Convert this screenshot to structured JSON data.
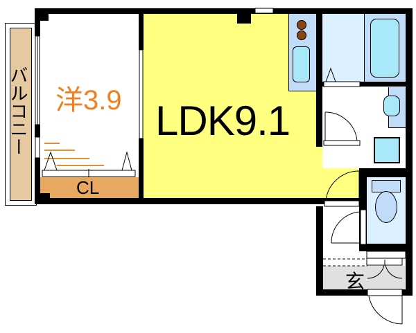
{
  "floorplan": {
    "rooms": [
      {
        "id": "western-room",
        "label": "洋3.9",
        "type": "洋室",
        "area_jo": 3.9,
        "fill": "#ffffff",
        "label_color": "#f08020"
      },
      {
        "id": "ldk",
        "label": "LDK9.1",
        "type": "LDK",
        "area_jo": 9.1,
        "fill": "#ffff80",
        "label_color": "#000000"
      },
      {
        "id": "closet",
        "label": "CL",
        "fill": "#e8a860",
        "label_color": "#000000"
      },
      {
        "id": "balcony",
        "label": "バルコニー",
        "fill": "#e6c9a0",
        "label_color": "#000000"
      },
      {
        "id": "entrance",
        "label": "玄",
        "fill": "#e0e0e0",
        "label_color": "#000000"
      },
      {
        "id": "bathroom",
        "label": "",
        "fill": "#c0dcf8"
      },
      {
        "id": "washroom",
        "label": "",
        "fill": "#ffffff"
      },
      {
        "id": "toilet",
        "label": "",
        "fill": "#ddf0ff"
      },
      {
        "id": "kitchen",
        "label": "",
        "fill": "#c0dcf8"
      }
    ],
    "colors": {
      "wall": "#000000",
      "fixture_blue": "#a8e8f8",
      "stove_burner": "#8b4513",
      "floor_guide": "#e09030"
    }
  }
}
